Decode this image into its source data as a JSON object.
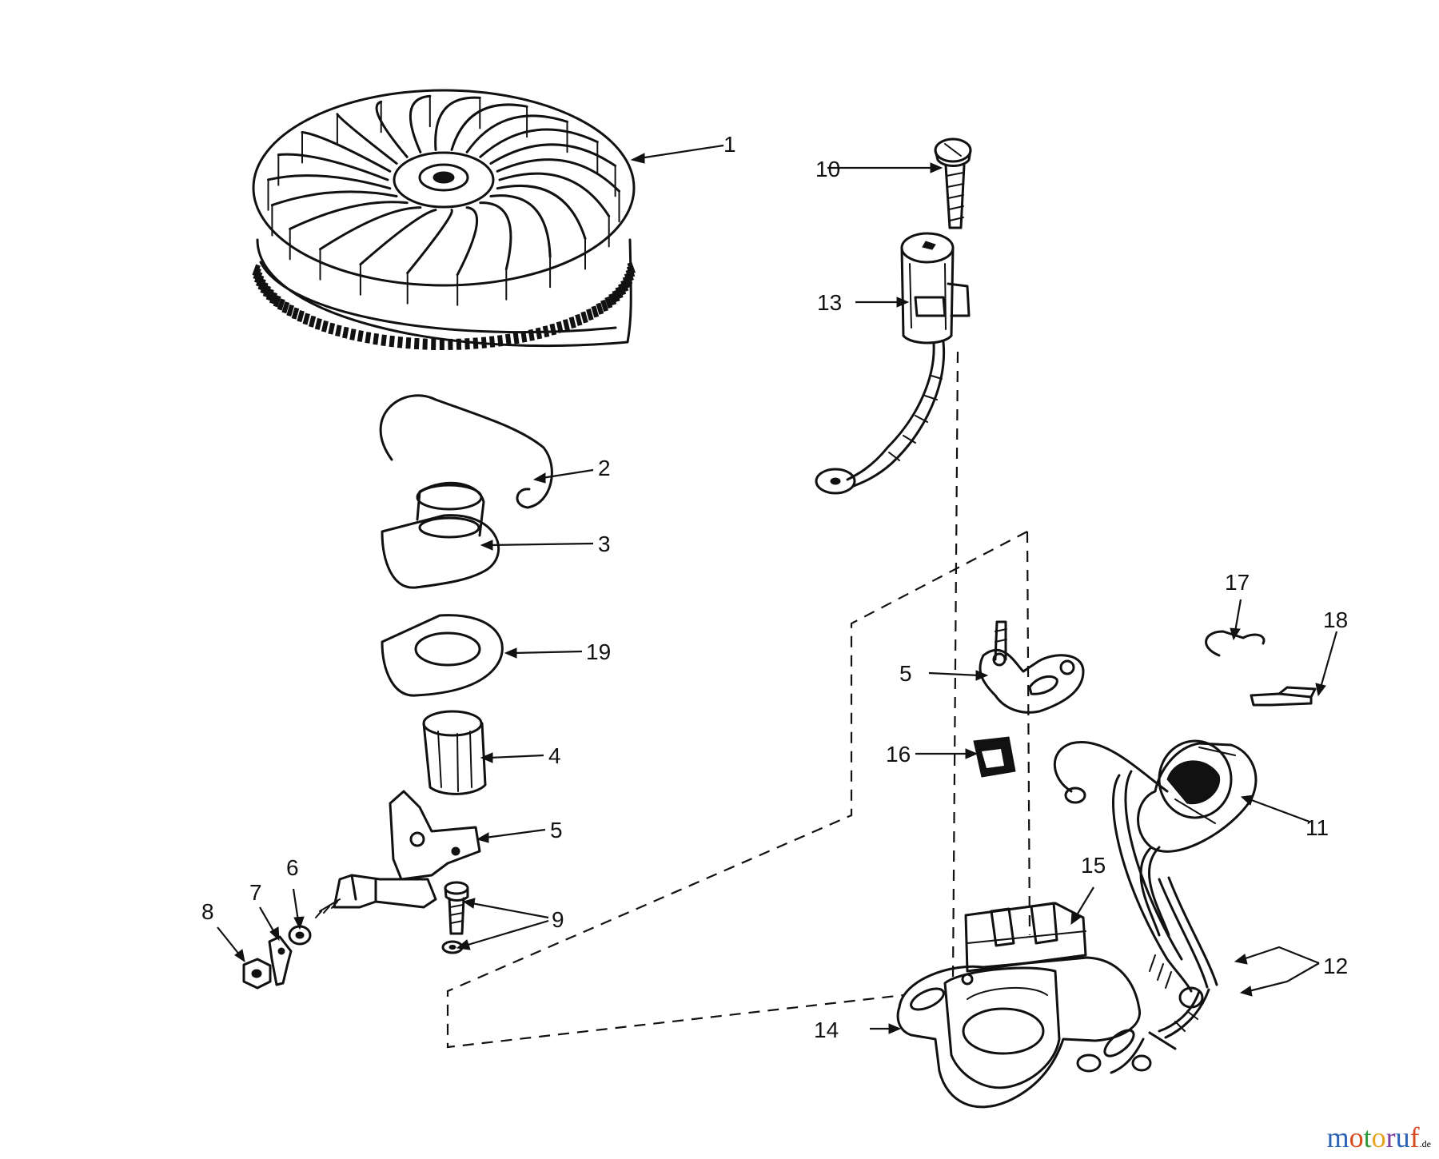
{
  "watermark": {
    "letters": [
      {
        "ch": "m",
        "color": "#2a62b4"
      },
      {
        "ch": "o",
        "color": "#d64a1e"
      },
      {
        "ch": "t",
        "color": "#2f9a3a"
      },
      {
        "ch": "o",
        "color": "#e5a41c"
      },
      {
        "ch": "r",
        "color": "#7a3aa0"
      },
      {
        "ch": "u",
        "color": "#2a62b4"
      },
      {
        "ch": "f",
        "color": "#d64a1e"
      }
    ],
    "suffix": ".de"
  },
  "callouts": {
    "c1": "1",
    "c2": "2",
    "c3": "3",
    "c4": "4",
    "c5a": "5",
    "c5b": "5",
    "c6": "6",
    "c7": "7",
    "c8": "8",
    "c9": "9",
    "c10": "10",
    "c11": "11",
    "c12": "12",
    "c13": "13",
    "c14": "14",
    "c15": "15",
    "c16": "16",
    "c17": "17",
    "c18": "18",
    "c19": "19"
  }
}
